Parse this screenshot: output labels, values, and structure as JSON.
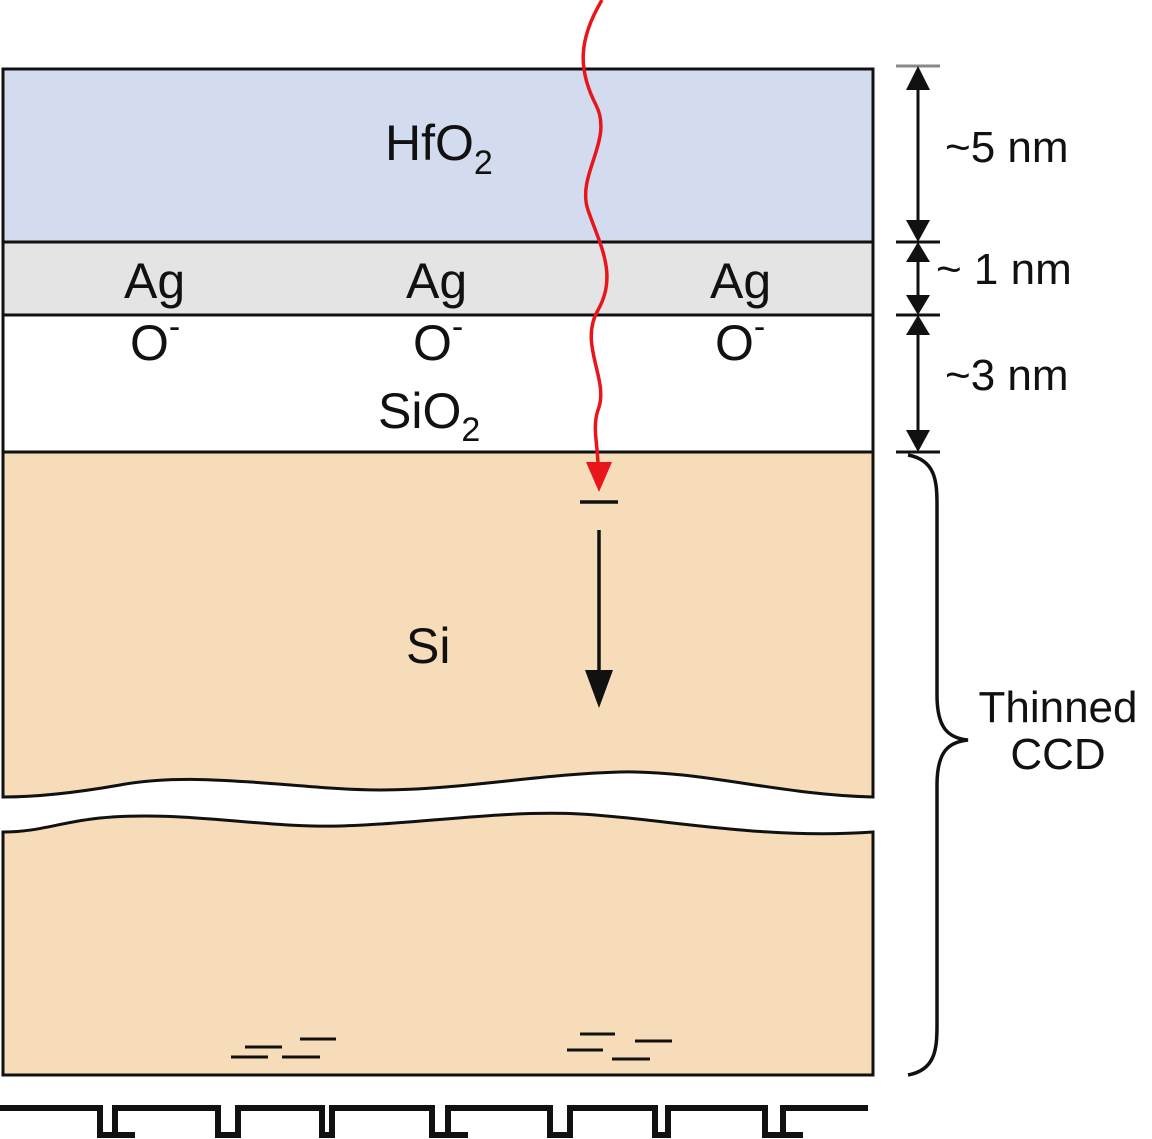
{
  "layers": {
    "hfo2": {
      "main": "HfO",
      "sub": "2"
    },
    "ag": {
      "label": "Ag"
    },
    "oxygen": {
      "main": "O",
      "sup": "-"
    },
    "sio2": {
      "main": "SiO",
      "sub": "2"
    },
    "si": {
      "label": "Si"
    }
  },
  "dimensions": {
    "top": "~5 nm",
    "middle": "~ 1 nm",
    "bottom": "~3 nm"
  },
  "brace": {
    "line1": "Thinned",
    "line2": "CCD"
  },
  "colors": {
    "hfo2_fill": "#d2dcee",
    "ag_fill": "#e4e4e4",
    "sio2_fill": "#ffffff",
    "si_fill": "#f6dcb8",
    "photon": "#e8161b",
    "outline": "#111111"
  },
  "icons": {
    "photon": "wavy-arrow-icon",
    "electron_drift": "down-arrow-icon",
    "clock": "clock-waveform-icon"
  }
}
